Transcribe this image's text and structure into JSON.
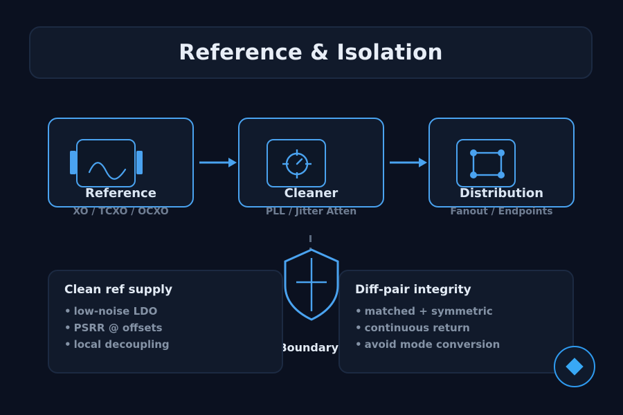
{
  "title": "Reference & Isolation",
  "nodes": [
    {
      "label": "Reference",
      "sub": "XO / TCXO / OCXO",
      "icon": "sine-wave-icon"
    },
    {
      "label": "Cleaner",
      "sub": "PLL / Jitter Atten",
      "icon": "crosshair-icon"
    },
    {
      "label": "Distribution",
      "sub": "Fanout / Endpoints",
      "icon": "fanout-square-icon"
    }
  ],
  "cards": {
    "left": {
      "title": "Clean ref supply",
      "items": [
        "low-noise LDO",
        "PSRR @ offsets",
        "local decoupling"
      ]
    },
    "right": {
      "title": "Diff-pair integrity",
      "items": [
        "matched + symmetric",
        "continuous return",
        "avoid mode conversion"
      ]
    }
  },
  "boundary": {
    "label": "Isolation Boundary",
    "icon": "shield-icon"
  },
  "fab": {
    "icon": "diamond-icon"
  },
  "colors": {
    "background": "#0b1120",
    "panel": "#111a2b",
    "accent": "#4aa3f0",
    "text": "#e6edf6",
    "muted": "#8593a6"
  }
}
